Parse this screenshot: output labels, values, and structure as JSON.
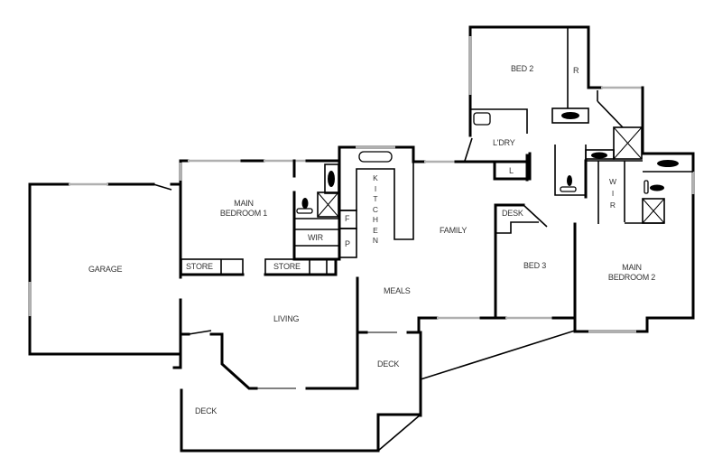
{
  "floorplan": {
    "rooms": {
      "garage": "GARAGE",
      "main_bedroom_1_line1": "MAIN",
      "main_bedroom_1_line2": "BEDROOM 1",
      "store_1": "STORE",
      "store_2": "STORE",
      "wir_1": "WIR",
      "fridge": "F",
      "pantry": "P",
      "kitchen": [
        "K",
        "I",
        "T",
        "C",
        "H",
        "E",
        "N"
      ],
      "family": "FAMILY",
      "meals": "MEALS",
      "living": "LIVING",
      "deck_left": "DECK",
      "deck_center": "DECK",
      "bed_2": "BED 2",
      "robe": "R",
      "laundry": "L'DRY",
      "laundry_tub": "L",
      "desk": "DESK",
      "bed_3": "BED 3",
      "wir_2": [
        "W",
        "I",
        "R"
      ],
      "main_bedroom_2_line1": "MAIN",
      "main_bedroom_2_line2": "BEDROOM 2"
    },
    "colors": {
      "wall": "#000000",
      "window": "#b0b0b0",
      "label": "#333333",
      "background": "#ffffff"
    }
  }
}
